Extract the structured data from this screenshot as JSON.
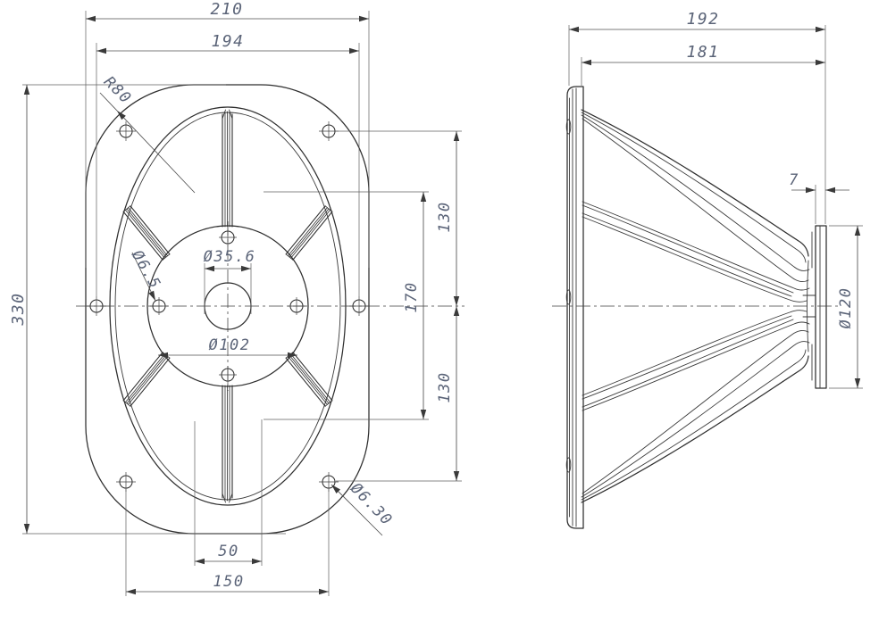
{
  "front_view": {
    "dims": {
      "overall_width": "210",
      "hole_span": "194",
      "overall_height": "330",
      "corner_radius": "R80",
      "bolt_hole": "Ø6.5",
      "throat_bore": "Ø35.6",
      "bolt_circle": "Ø102",
      "mount_hole": "Ø6.30",
      "inner_span": "50",
      "bottom_hole_span": "150",
      "inner_height": "170",
      "row_upper": "130",
      "row_lower": "130"
    }
  },
  "side_view": {
    "dims": {
      "overall_depth": "192",
      "horn_depth": "181",
      "plate_thickness": "7",
      "throat_flange": "Ø120"
    }
  },
  "colors": {
    "line_color": "#2e2e2e",
    "dimension_line_color": "#4f4f4f",
    "dimension_text_color": "#5b6478",
    "background": "#ffffff"
  }
}
